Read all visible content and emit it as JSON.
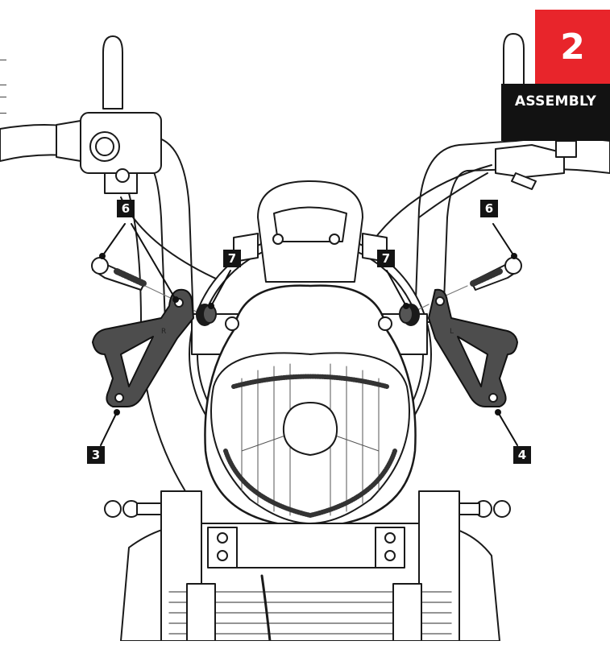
{
  "step_badge": {
    "number": "2",
    "title": "ASSEMBLY",
    "accent": "#e8252b",
    "dark": "#121212"
  },
  "callouts": [
    {
      "id": "bolt-left",
      "label": "6"
    },
    {
      "id": "bolt-right",
      "label": "6"
    },
    {
      "id": "spacer-left",
      "label": "7"
    },
    {
      "id": "spacer-right",
      "label": "7"
    },
    {
      "id": "bracket-right-side",
      "label": "3"
    },
    {
      "id": "bracket-left-side",
      "label": "4"
    }
  ],
  "bracket_marks": {
    "right_bracket": "R",
    "left_bracket": "L"
  }
}
